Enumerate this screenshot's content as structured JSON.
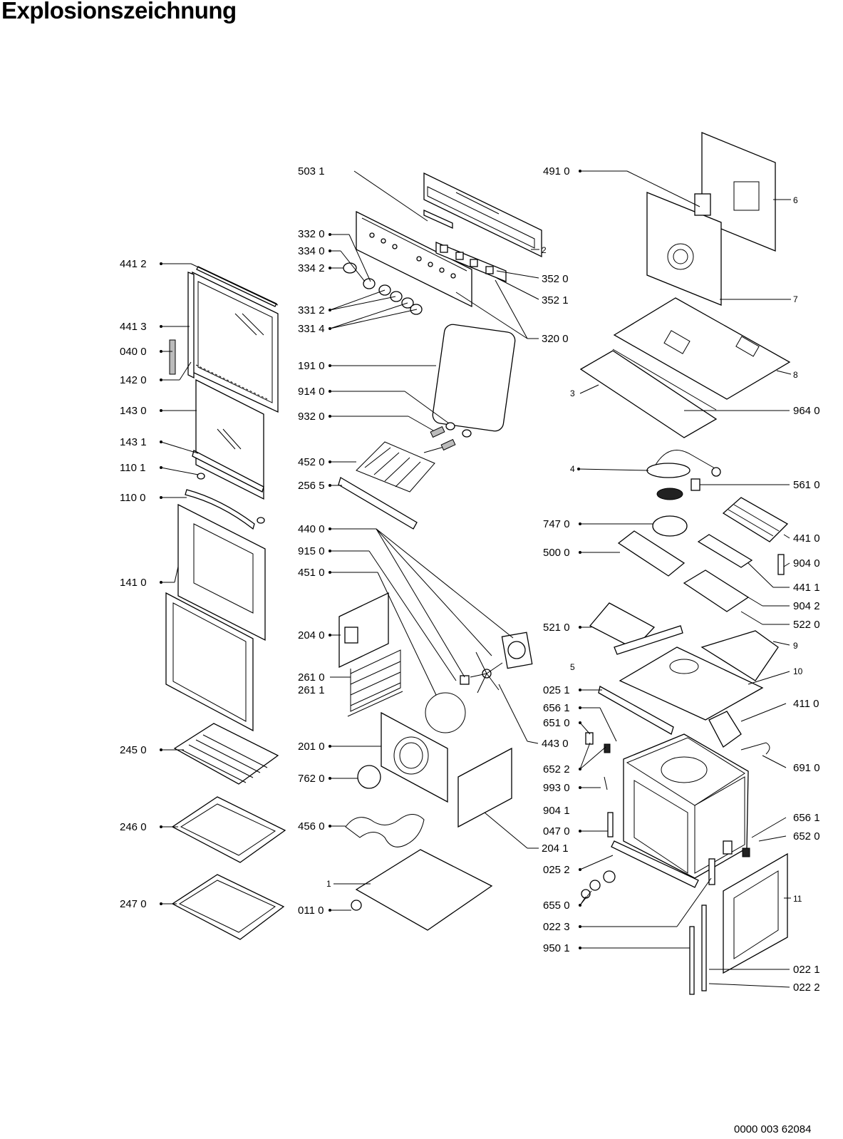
{
  "title": "Explosionszeichnung",
  "document_number": "0000 003 62084",
  "labels": {
    "l5031": "503 1",
    "l3320": "332 0",
    "l3340": "334 0",
    "l3342": "334 2",
    "l4412": "441 2",
    "l4413": "441 3",
    "l0400": "040 0",
    "l1420": "142 0",
    "l1430": "143 0",
    "l1431": "143 1",
    "l1101": "110 1",
    "l1100": "110 0",
    "l1410": "141 0",
    "l3312": "331 2",
    "l3314": "331 4",
    "l1910": "191 0",
    "l9140": "914 0",
    "l9320": "932 0",
    "l4520": "452 0",
    "l2565": "256 5",
    "l4400": "440 0",
    "l9150": "915 0",
    "l4510": "451 0",
    "l2040": "204 0",
    "l2610": "261 0",
    "l2611": "261 1",
    "l2010": "201 0",
    "l7620": "762 0",
    "l4560": "456 0",
    "l0110": "011 0",
    "l2450": "245 0",
    "l2460": "246 0",
    "l2470": "247 0",
    "l1": "1",
    "l3520": "352 0",
    "l3521": "352 1",
    "l3200": "320 0",
    "l2": "2",
    "l4910": "491 0",
    "l6": "6",
    "l7": "7",
    "l8": "8",
    "l3": "3",
    "l9640": "964 0",
    "l4": "4",
    "l5610": "561 0",
    "l7470": "747 0",
    "l4410": "441 0",
    "l5000": "500 0",
    "l9040": "904 0",
    "l4411": "441 1",
    "l9042": "904 2",
    "l5210": "521 0",
    "l5220": "522 0",
    "l9": "9",
    "l5": "5",
    "l10": "10",
    "l0251": "025 1",
    "l4110": "411 0",
    "l6561a": "656 1",
    "l6510": "651 0",
    "l6522": "652 2",
    "l4430": "443 0",
    "l6910": "691 0",
    "l9930": "993 0",
    "l9041": "904 1",
    "l0470": "047 0",
    "l2041": "204 1",
    "l6561b": "656 1",
    "l6520": "652 0",
    "l0252": "025 2",
    "l6550": "655 0",
    "l0223": "022 3",
    "l11": "11",
    "l9501": "950 1",
    "l0221": "022 1",
    "l0222": "022 2"
  }
}
